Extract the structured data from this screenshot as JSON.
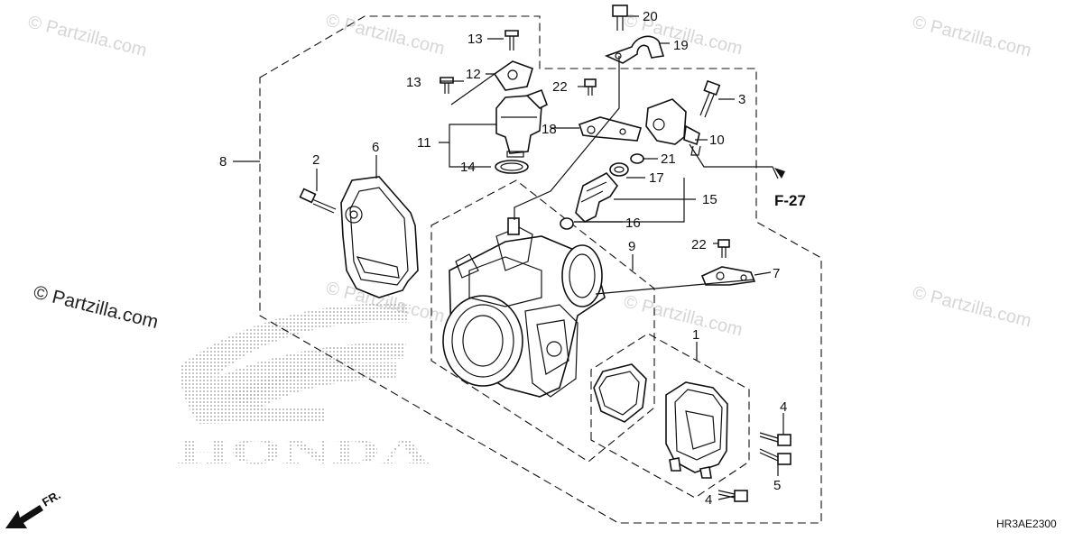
{
  "watermarks": {
    "light": "© Partzilla.com",
    "dark": "© Partzilla.com"
  },
  "brand_text": "HONDA",
  "front_label": "FR.",
  "section_ref": "F-27",
  "diagram_code": "HR3AE2300",
  "callouts": {
    "c1": "1",
    "c2": "2",
    "c3": "3",
    "c4a": "4",
    "c4b": "4",
    "c5": "5",
    "c6": "6",
    "c7": "7",
    "c8": "8",
    "c9": "9",
    "c10": "10",
    "c11": "11",
    "c12": "12",
    "c13a": "13",
    "c13b": "13",
    "c14": "14",
    "c15": "15",
    "c16": "16",
    "c17": "17",
    "c18": "18",
    "c19": "19",
    "c20": "20",
    "c21": "21",
    "c22a": "22",
    "c22b": "22"
  },
  "colors": {
    "ink": "#111111",
    "watermark": "#d6d6d6",
    "logo_dots": "#9a9a9a"
  }
}
